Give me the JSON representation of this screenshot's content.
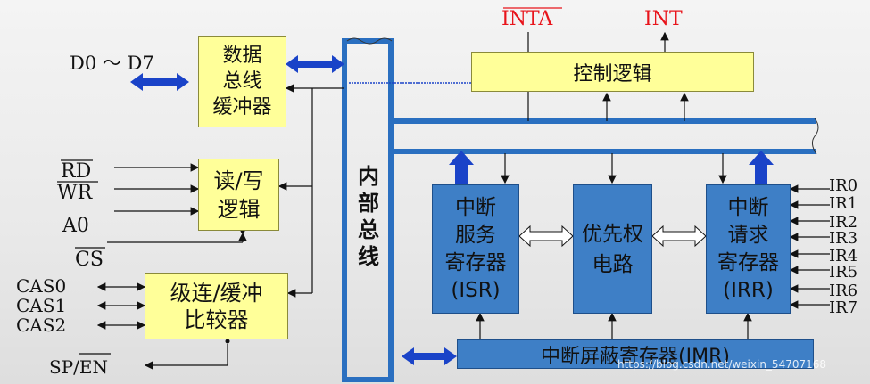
{
  "signals": {
    "inta": "INTA",
    "int": "INT",
    "data_bus": "D0 ～ D7",
    "rd": "RD",
    "wr": "WR",
    "a0": "A0",
    "cs": "CS",
    "cas0": "CAS0",
    "cas1": "CAS1",
    "cas2": "CAS2",
    "sp_en": "SP/EN",
    "ir": [
      "IR0",
      "IR1",
      "IR2",
      "IR3",
      "IR4",
      "IR5",
      "IR6",
      "IR7"
    ]
  },
  "blocks": {
    "data_buffer": [
      "数据",
      "总线",
      "缓冲器"
    ],
    "rw_logic": [
      "读/写",
      "逻辑"
    ],
    "cascade": [
      "级连/缓冲",
      "比较器"
    ],
    "internal_bus": [
      "内",
      "部",
      "总",
      "线"
    ],
    "control_logic": "控制逻辑",
    "isr": [
      "中断",
      "服务",
      "寄存器",
      "(ISR)"
    ],
    "priority": [
      "优先权",
      "电路"
    ],
    "irr": [
      "中断",
      "请求",
      "寄存器",
      "(IRR)"
    ],
    "imr": "中断屏蔽寄存器(IMR)"
  },
  "watermark": "https://blog.csdn.net/weixin_54707168",
  "colors": {
    "yellow_block": "#ffff99",
    "blue_block": "#3e7fc6",
    "bus": "#2a6fc0",
    "arrow": "#1a43c8",
    "signal_red": "#e8141b"
  }
}
